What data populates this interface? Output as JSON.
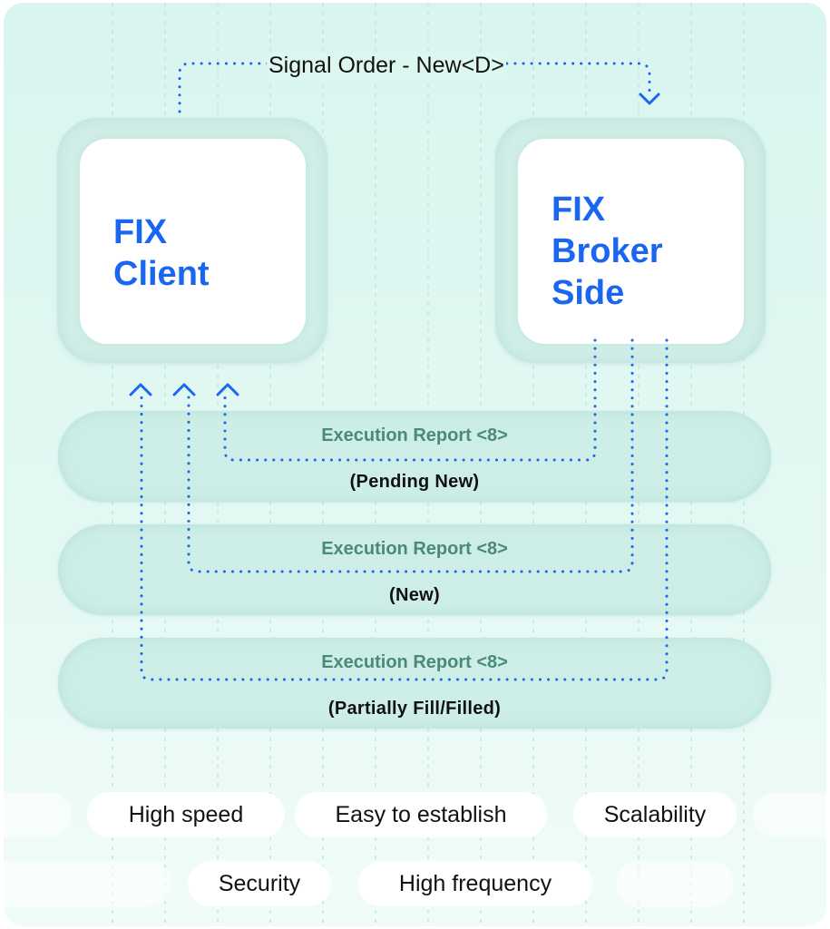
{
  "signal": {
    "label": "Signal Order - New<D>"
  },
  "client": {
    "title": "FIX\nClient"
  },
  "broker": {
    "title": "FIX\nBroker\nSide"
  },
  "reports": [
    {
      "title": "Execution Report <8>",
      "status": "(Pending New)"
    },
    {
      "title": "Execution Report <8>",
      "status": "(New)"
    },
    {
      "title": "Execution Report <8>",
      "status": "(Partially Fill/Filled)"
    }
  ],
  "features": [
    "High speed",
    "Easy to establish",
    "Scalability",
    "Security",
    "High frequency"
  ],
  "colors": {
    "accent": "#1a66f0",
    "report_text": "#4b8a78",
    "background": "#dcf6f0"
  }
}
